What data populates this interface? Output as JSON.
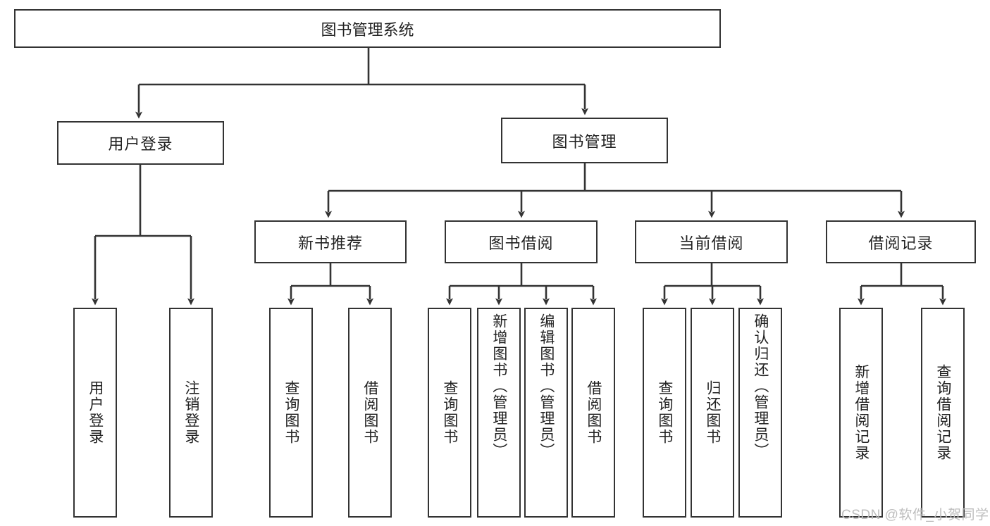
{
  "diagram": {
    "title": "图书管理系统",
    "type": "tree-hierarchy",
    "watermark": "CSDN @软件_小贺同学",
    "colors": {
      "stroke": "#333333",
      "fill": "#ffffff",
      "text": "#222222",
      "watermark": "#bdbdbd"
    },
    "root": {
      "label": "图书管理系统"
    },
    "level1": [
      {
        "label": "用户登录"
      },
      {
        "label": "图书管理"
      }
    ],
    "level2": [
      {
        "label": "新书推荐"
      },
      {
        "label": "图书借阅"
      },
      {
        "label": "当前借阅"
      },
      {
        "label": "借阅记录"
      }
    ],
    "leaves": {
      "user_login": [
        {
          "label": "用户登录"
        },
        {
          "label": "注销登录"
        }
      ],
      "new_book_recommend": [
        {
          "label": "查询图书"
        },
        {
          "label": "借阅图书"
        }
      ],
      "book_borrow": [
        {
          "label": "查询图书"
        },
        {
          "label": "新增图书（管理员）"
        },
        {
          "label": "编辑图书（管理员）"
        },
        {
          "label": "借阅图书"
        }
      ],
      "current_borrow": [
        {
          "label": "查询图书"
        },
        {
          "label": "归还图书"
        },
        {
          "label": "确认归还（管理员）"
        }
      ],
      "borrow_record": [
        {
          "label": "新增借阅记录"
        },
        {
          "label": "查询借阅记录"
        }
      ]
    }
  }
}
